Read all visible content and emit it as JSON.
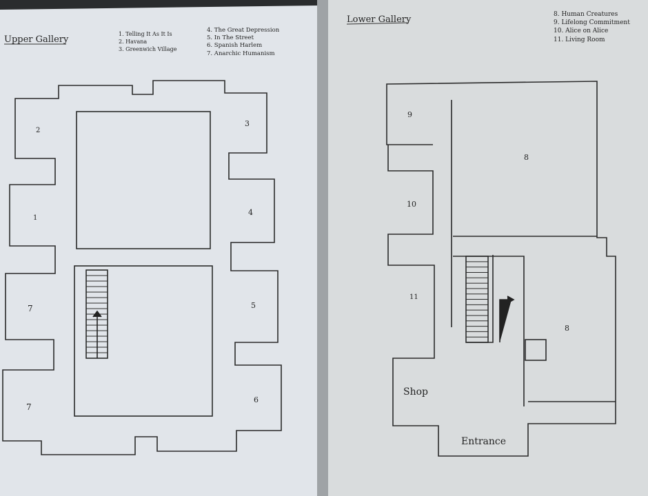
{
  "upper": {
    "title": "Upper Gallery",
    "legend_a": [
      "1. Telling It As It Is",
      "2. Havana",
      "3. Greenwich Village"
    ],
    "legend_b": [
      "4. The Great Depression",
      "5. In The Street",
      "6. Spanish Harlem",
      "7. Anarchic Humanism"
    ],
    "rooms": {
      "r1": "1",
      "r2": "2",
      "r3": "3",
      "r4": "4",
      "r5": "5",
      "r6": "6",
      "r7a": "7",
      "r7b": "7"
    }
  },
  "lower": {
    "title": "Lower Gallery",
    "legend": [
      "8. Human Creatures",
      "9. Lifelong Commitment",
      "10. Alice on Alice",
      "11. Living Room"
    ],
    "rooms": {
      "r8a": "8",
      "r8b": "8",
      "r9": "9",
      "r10": "10",
      "r11": "11",
      "shop": "Shop",
      "entrance": "Entrance"
    }
  }
}
